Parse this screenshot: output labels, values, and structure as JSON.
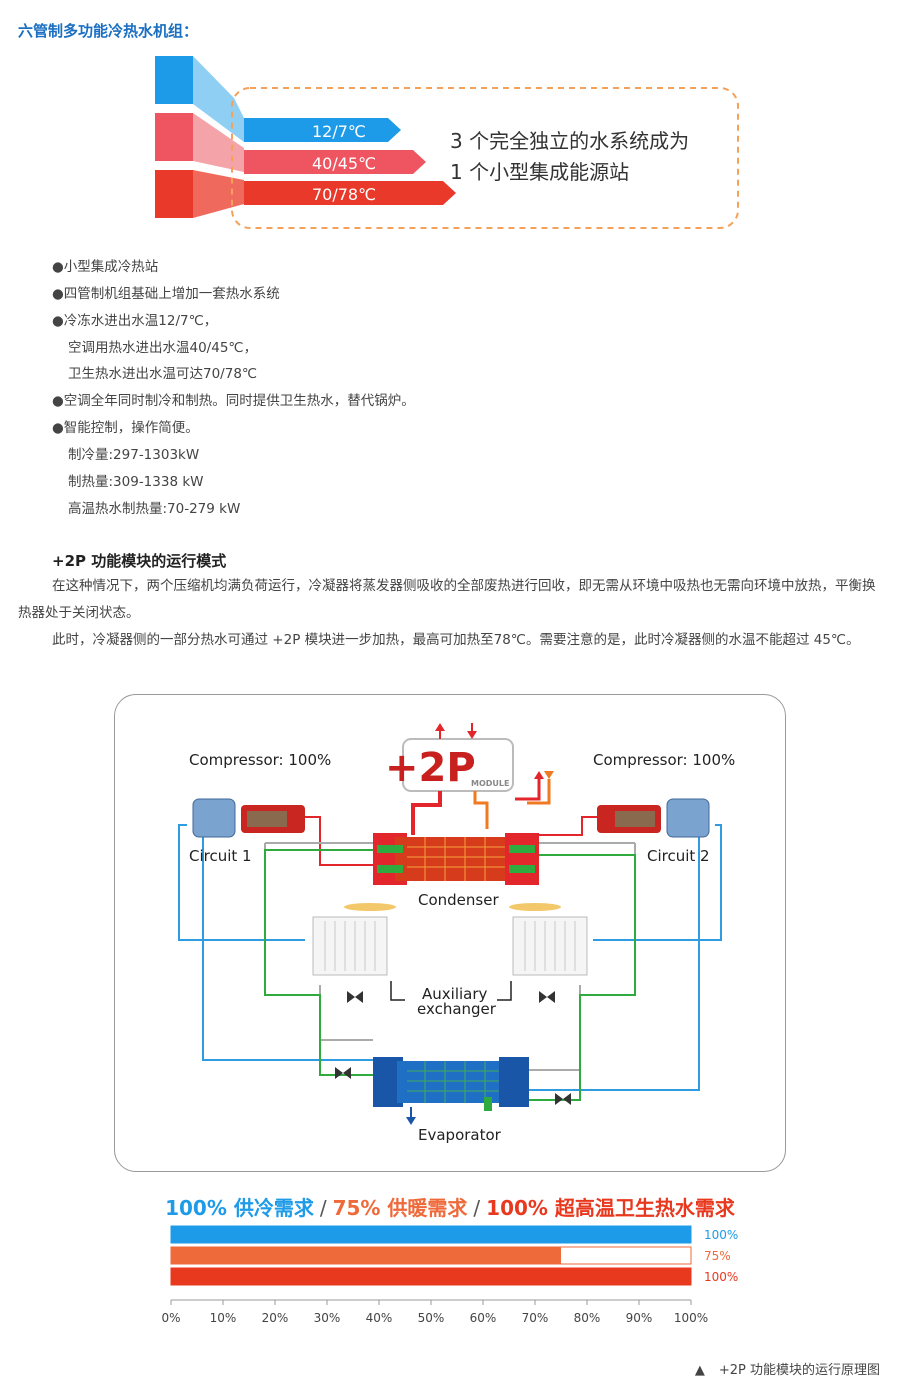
{
  "section_title": "六管制多功能冷热水机组：",
  "pipes": [
    {
      "label": "12/7℃",
      "color": "#1e9be8"
    },
    {
      "label": "40/45℃",
      "color": "#ee5561"
    },
    {
      "label": "70/78℃",
      "color": "#e8392b"
    }
  ],
  "highlight": {
    "line1": "3 个完全独立的水系统成为",
    "line2": "1 个小型集成能源站"
  },
  "bullets": [
    {
      "text": "●小型集成冷热站",
      "indent": false
    },
    {
      "text": "●四管制机组基础上增加一套热水系统",
      "indent": false
    },
    {
      "text": "●冷冻水进出水温12/7℃，",
      "indent": false
    },
    {
      "text": "空调用热水进出水温40/45℃，",
      "indent": true
    },
    {
      "text": "卫生热水进出水温可达70/78℃",
      "indent": true
    },
    {
      "text": "●空调全年同时制冷和制热。同时提供卫生热水，替代锅炉。",
      "indent": false
    },
    {
      "text": "●智能控制，操作简便。",
      "indent": false
    },
    {
      "text": "制冷量:297-1303kW",
      "indent": true
    },
    {
      "text": "制热量:309-1338 kW",
      "indent": true
    },
    {
      "text": "高温热水制热量:70-279 kW",
      "indent": true
    }
  ],
  "module_section": {
    "heading": "+2P 功能模块的运行模式",
    "para1": "在这种情况下，两个压缩机均满负荷运行，冷凝器将蒸发器侧吸收的全部废热进行回收，即无需从环境中吸热也无需向环境中放热，平衡换热器处于关闭状态。",
    "para2": "此时，冷凝器侧的一部分热水可通过 +2P 模块进一步加热，最高可加热至78℃。需要注意的是，此时冷凝器侧的水温不能超过 45℃。"
  },
  "diagram": {
    "compressor_left": "Compressor: 100%",
    "compressor_right": "Compressor: 100%",
    "circuit1": "Circuit 1",
    "circuit2": "Circuit 2",
    "condenser": "Condenser",
    "auxiliary_line1": "Auxiliary",
    "auxiliary_line2": "exchanger",
    "evaporator": "Evaporator",
    "module_big": "+2P",
    "module_small": "MODULE"
  },
  "chart_data": {
    "type": "bar",
    "orientation": "horizontal",
    "title_parts": [
      {
        "text": "100% 供冷需求",
        "color": "#1e9be8"
      },
      {
        "text": "/",
        "color": "#555555"
      },
      {
        "text": "75% 供暖需求",
        "color": "#ee6a3a"
      },
      {
        "text": "/",
        "color": "#555555"
      },
      {
        "text": "100% 超高温卫生热水需求",
        "color": "#e8391f"
      }
    ],
    "series": [
      {
        "value": 100,
        "label": "100%",
        "color": "#1e9be8"
      },
      {
        "value": 75,
        "label": "75%",
        "color": "#ee6a3a"
      },
      {
        "value": 100,
        "label": "100%",
        "color": "#e8391f"
      }
    ],
    "xlim": [
      0,
      100
    ],
    "ticks": [
      "0%",
      "10%",
      "20%",
      "30%",
      "40%",
      "50%",
      "60%",
      "70%",
      "80%",
      "90%",
      "100%"
    ]
  },
  "caption": {
    "marker": "▲",
    "text": "+2P 功能模块的运行原理图"
  }
}
